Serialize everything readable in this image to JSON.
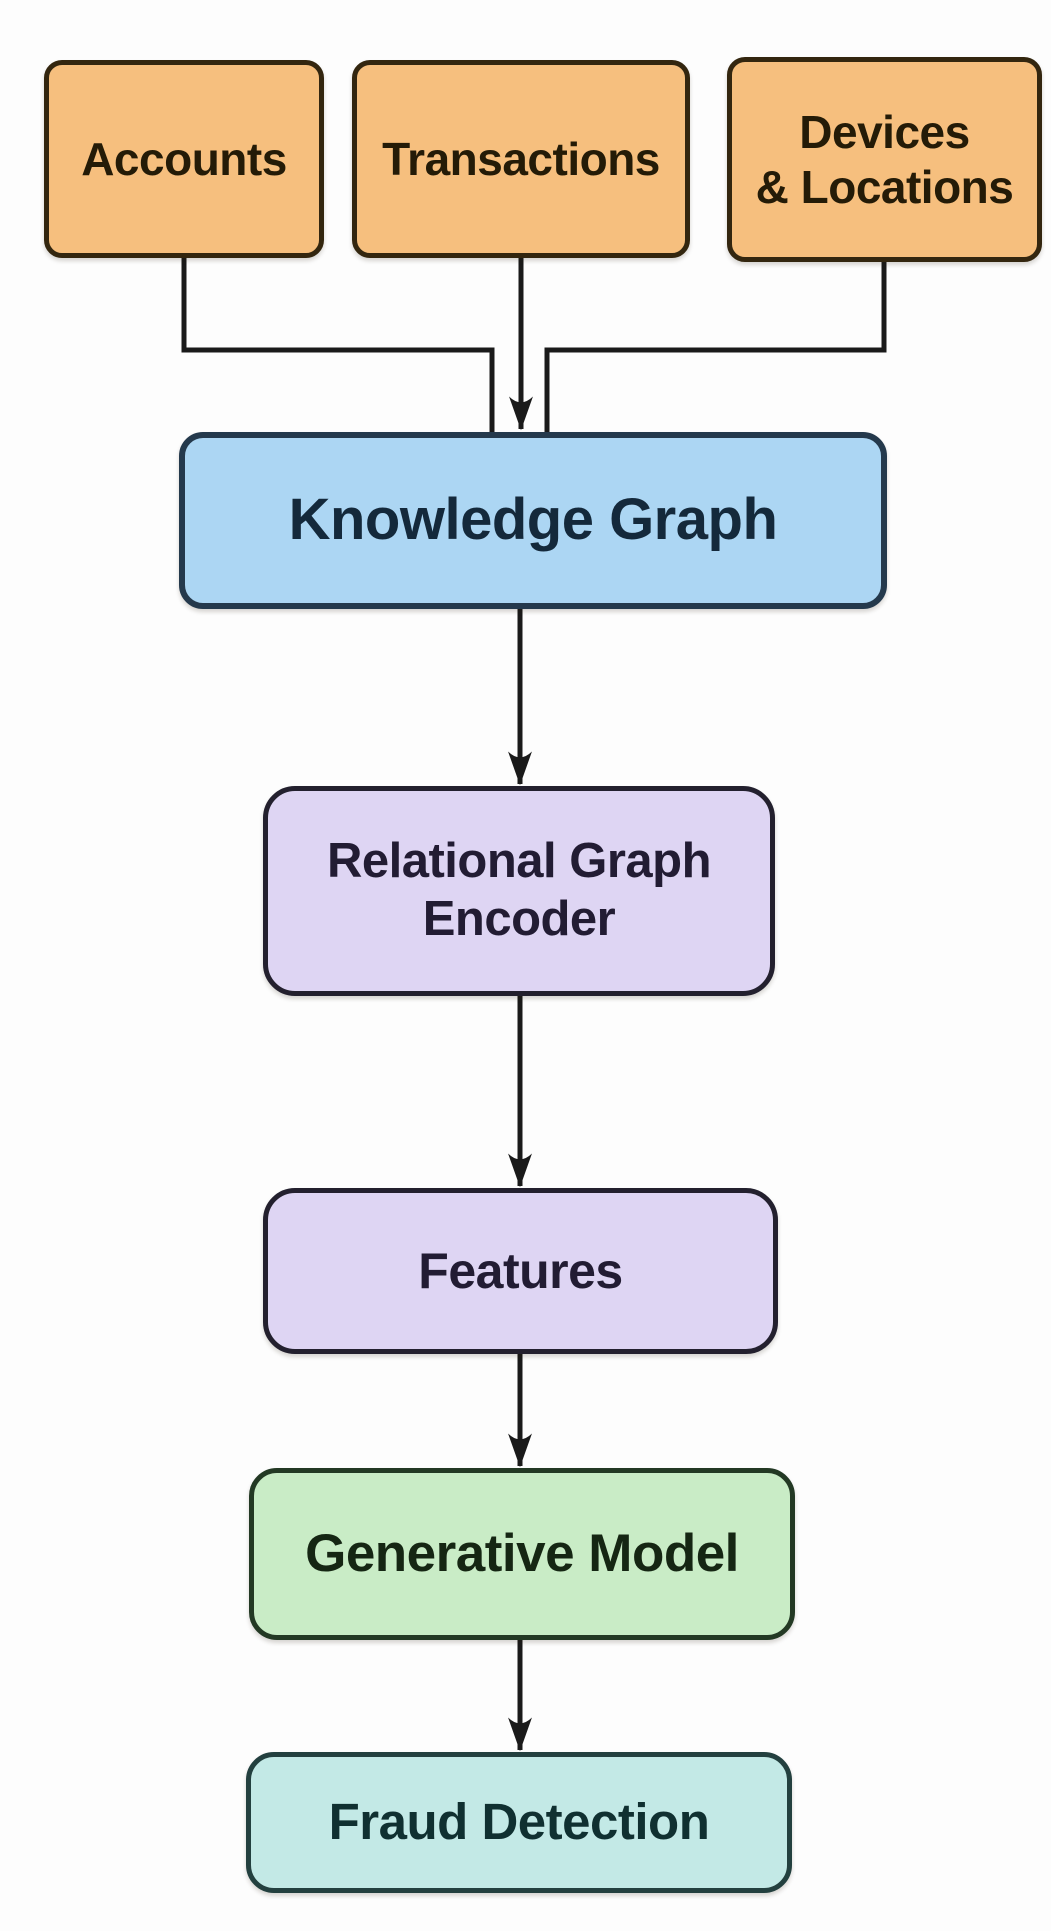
{
  "diagram": {
    "nodes": {
      "accounts": {
        "label": "Accounts"
      },
      "transactions": {
        "label": "Transactions"
      },
      "devices_locations": {
        "label": "Devices\n& Locations"
      },
      "knowledge_graph": {
        "label": "Knowledge Graph"
      },
      "relational_graph_encoder": {
        "label": "Relational Graph\nEncoder"
      },
      "features": {
        "label": "Features"
      },
      "generative_model": {
        "label": "Generative Model"
      },
      "fraud_detection": {
        "label": "Fraud Detection"
      }
    },
    "edges": [
      {
        "from": "accounts",
        "to": "knowledge_graph",
        "arrow": false
      },
      {
        "from": "transactions",
        "to": "knowledge_graph",
        "arrow": true
      },
      {
        "from": "devices_locations",
        "to": "knowledge_graph",
        "arrow": false
      },
      {
        "from": "knowledge_graph",
        "to": "relational_graph_encoder",
        "arrow": true
      },
      {
        "from": "relational_graph_encoder",
        "to": "features",
        "arrow": true
      },
      {
        "from": "features",
        "to": "generative_model",
        "arrow": true
      },
      {
        "from": "generative_model",
        "to": "fraud_detection",
        "arrow": true
      }
    ],
    "colors": {
      "background": "#FDFDFD",
      "line": "#1A1A1A",
      "source_fill": "#F6BF7E",
      "source_border": "#33260F",
      "source_text": "#241B07",
      "graph_fill": "#ACD6F3",
      "graph_border": "#24394C",
      "graph_text": "#14293B",
      "encoder_fill": "#DED5F3",
      "encoder_border": "#23202E",
      "encoder_text": "#221C33",
      "model_fill": "#C9ECC6",
      "model_border": "#233924",
      "model_text": "#152613",
      "output_fill": "#C3E9E6",
      "output_border": "#23403F",
      "output_text": "#103031"
    }
  }
}
